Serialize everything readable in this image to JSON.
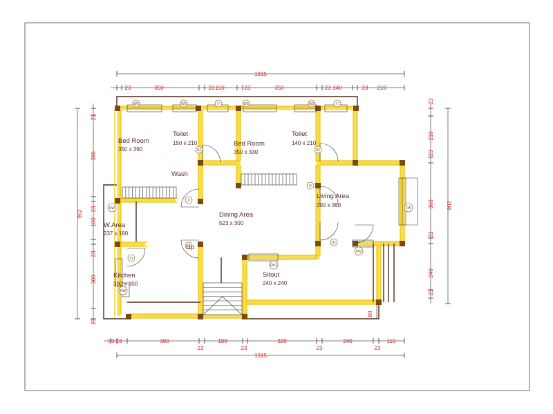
{
  "rooms": {
    "bed1": {
      "name": "Bed Room",
      "size": "350 x 390"
    },
    "toilet1": {
      "name": "Toilet",
      "size": "150 x 210"
    },
    "bed2": {
      "name": "Bed Room",
      "size": "350 x 330"
    },
    "toilet2": {
      "name": "Toilet",
      "size": "140 x 210"
    },
    "wash": {
      "name": "Wash"
    },
    "dining": {
      "name": "Dining Area",
      "size": "523 x 300"
    },
    "living": {
      "name": "Living Area",
      "size": "390 x 360"
    },
    "warea": {
      "name": "W.Area",
      "size": "237 x 180"
    },
    "kitchen": {
      "name": "Kitchen",
      "size": "300 x 300"
    },
    "sitout": {
      "name": "Sitout",
      "size": "240 x 240"
    },
    "stair_up": "Up"
  },
  "dims": {
    "top_total": "1315",
    "top": [
      "23",
      "350",
      "23",
      "150",
      "23",
      "350",
      "23",
      "140",
      "23",
      "210"
    ],
    "bottom": [
      "50",
      "23",
      "300",
      "180",
      "320",
      "240",
      "110"
    ],
    "bottom_small": [
      "23",
      "23",
      "23",
      "23"
    ],
    "bottom_total": "1315",
    "left": [
      "23",
      "390",
      "23",
      "180",
      "23",
      "300",
      "23"
    ],
    "left_total": "962",
    "right": [
      "23",
      "210",
      "23",
      "360",
      "23",
      "240",
      "23"
    ],
    "right_total": "902",
    "sitout_gap": "80"
  },
  "tags": {
    "w2": "W2",
    "v": "V",
    "d2": "D2",
    "d": "D",
    "d1": "D1",
    "kw": "KW",
    "fw": "FW",
    "fw1": "FW1",
    "up": "UP"
  }
}
